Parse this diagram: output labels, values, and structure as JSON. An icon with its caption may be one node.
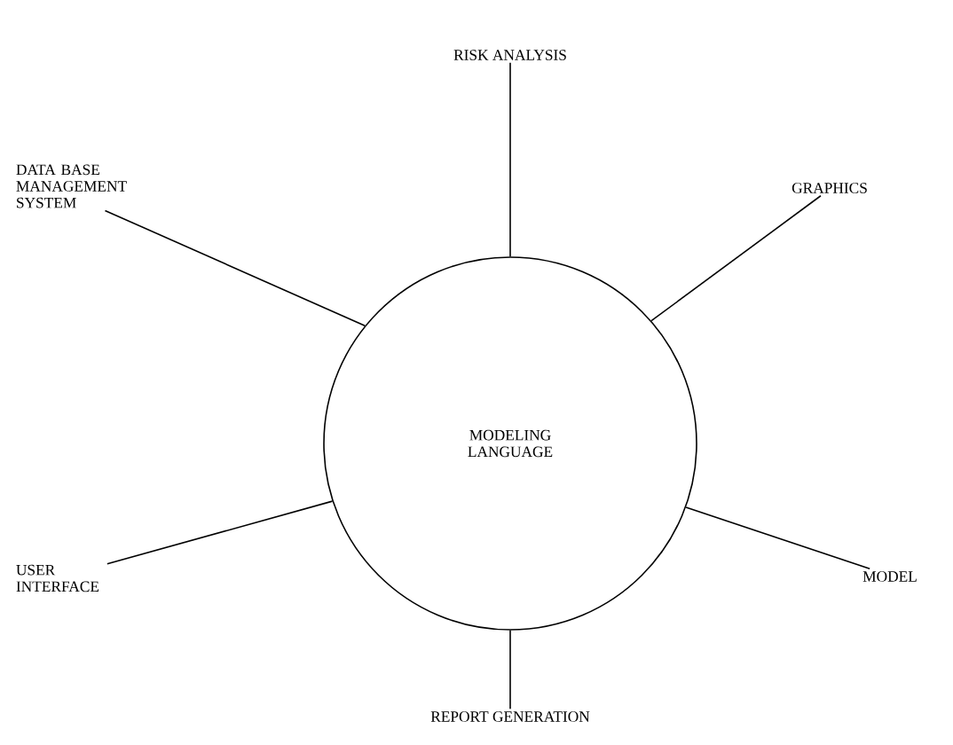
{
  "diagram": {
    "nodes": [
      {
        "text": [
          "RISK ANALYSIS"
        ]
      },
      {
        "text": [
          "DATA BASE MANAGEMENT SYSTEM"
        ]
      },
      {
        "text": [
          "GRAPHICS"
        ]
      },
      {
        "text": [
          "MODELING LANGUAGE"
        ]
      },
      {
        "text": [
          "USER INTERFACE"
        ]
      },
      {
        "text": [
          "MODEL"
        ]
      },
      {
        "text": [
          "REPORT GENERATION"
        ]
      }
    ],
    "edges": [
      {
        "from": 3,
        "to": 0,
        "arrow": "none"
      },
      {
        "from": 3,
        "to": 1,
        "arrow": "none"
      },
      {
        "from": 3,
        "to": 2,
        "arrow": "none"
      },
      {
        "from": 3,
        "to": 4,
        "arrow": "none"
      },
      {
        "from": 3,
        "to": 5,
        "arrow": "none"
      },
      {
        "from": 3,
        "to": 6,
        "arrow": "none"
      }
    ]
  }
}
